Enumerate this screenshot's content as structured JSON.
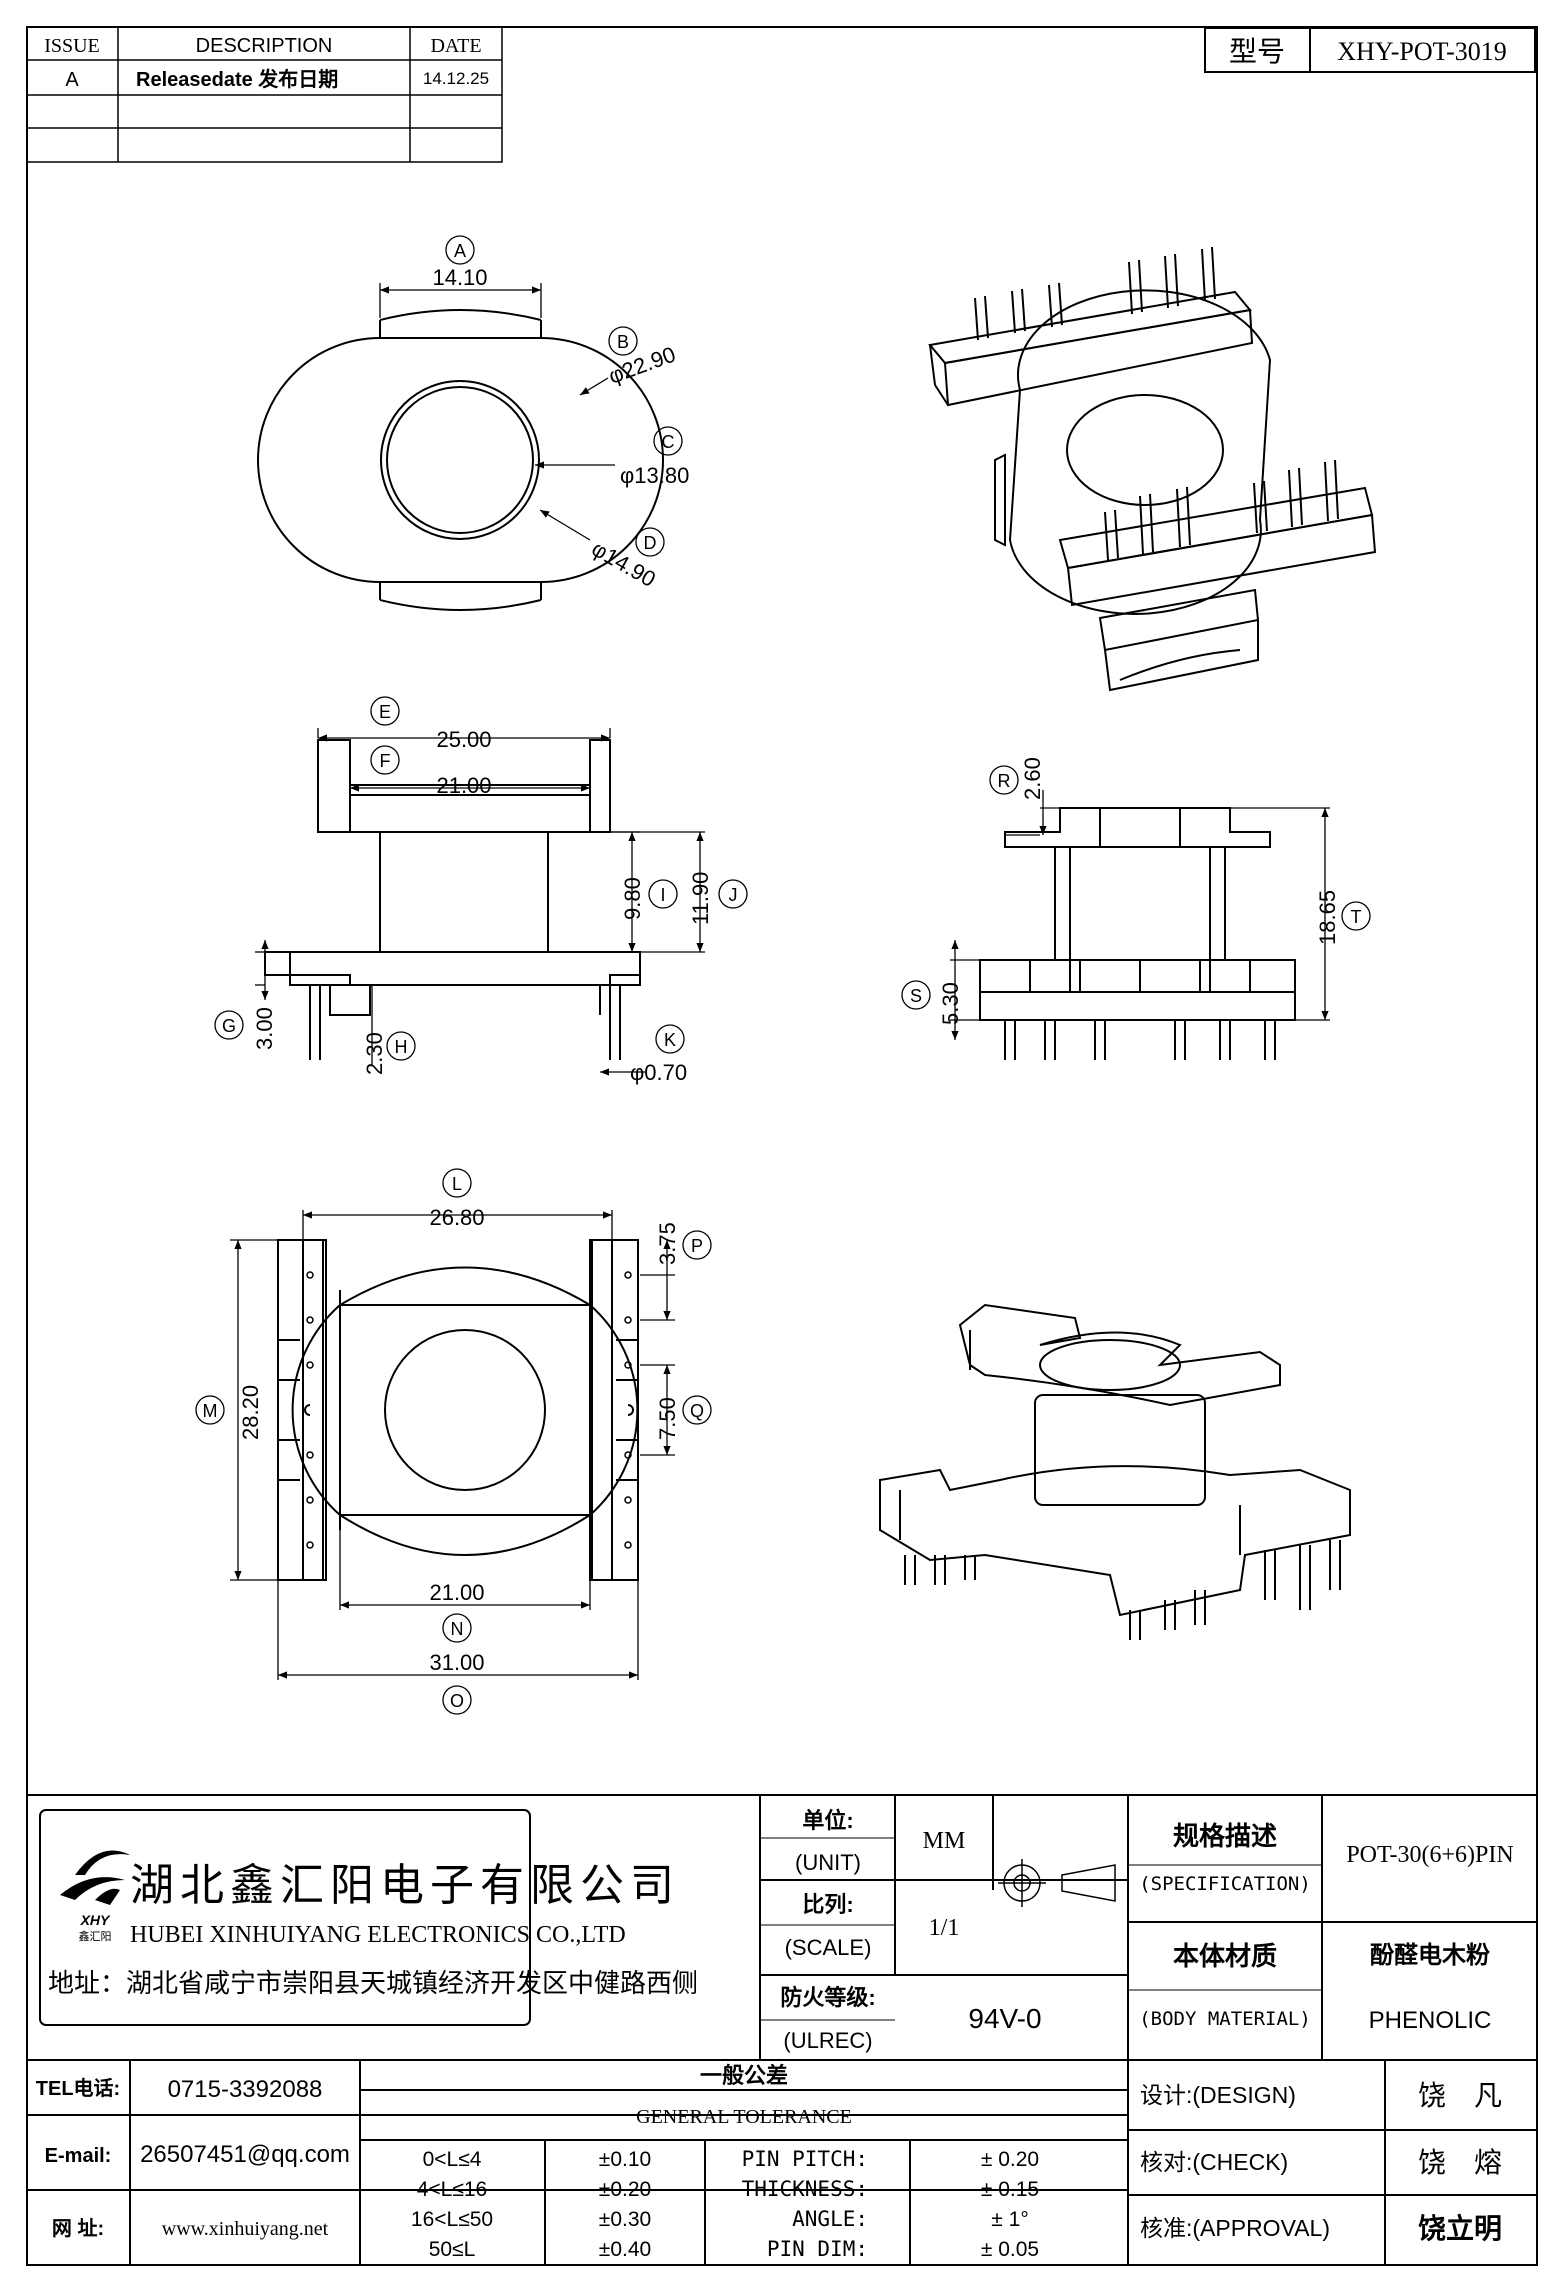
{
  "revision": {
    "headers": {
      "issue": "ISSUE",
      "description": "DESCRIPTION",
      "date": "DATE"
    },
    "rows": [
      {
        "issue": "A",
        "description": "Releasedate 发布日期",
        "date": "14.12.25"
      }
    ]
  },
  "model": {
    "label": "型号",
    "value": "XHY-POT-3019"
  },
  "dims": {
    "A": {
      "letter": "A",
      "value": "14.10"
    },
    "B": {
      "letter": "B",
      "value": "φ22.90"
    },
    "C": {
      "letter": "C",
      "value": "φ13.80"
    },
    "D": {
      "letter": "D",
      "value": "φ14.90"
    },
    "E": {
      "letter": "E",
      "value": "25.00"
    },
    "F": {
      "letter": "F",
      "value": "21.00"
    },
    "G": {
      "letter": "G",
      "value": "3.00"
    },
    "H": {
      "letter": "H",
      "value": "2.30"
    },
    "I": {
      "letter": "I",
      "value": "9.80"
    },
    "J": {
      "letter": "J",
      "value": "11.90"
    },
    "K": {
      "letter": "K",
      "value": "φ0.70"
    },
    "L": {
      "letter": "L",
      "value": "26.80"
    },
    "M": {
      "letter": "M",
      "value": "28.20"
    },
    "N": {
      "letter": "N",
      "value": "21.00"
    },
    "O": {
      "letter": "O",
      "value": "31.00"
    },
    "P": {
      "letter": "P",
      "value": "3.75"
    },
    "Q": {
      "letter": "Q",
      "value": "7.50"
    },
    "R": {
      "letter": "R",
      "value": "2.60"
    },
    "S": {
      "letter": "S",
      "value": "5.30"
    },
    "T": {
      "letter": "T",
      "value": "18.65"
    }
  },
  "company": {
    "logo_text": "XHY",
    "logo_sub": "鑫汇阳",
    "name_cn": "湖北鑫汇阳电子有限公司",
    "name_en": "HUBEI XINHUIYANG ELECTRONICS CO.,LTD",
    "address": "地址：湖北省咸宁市崇阳县天城镇经济开发区中健路西侧"
  },
  "titleblock": {
    "unit_cn": "单位:",
    "unit_en": "(UNIT)",
    "unit_value": "MM",
    "scale_cn": "比列:",
    "scale_en": "(SCALE)",
    "scale_value": "1/1",
    "ulrec_cn": "防火等级:",
    "ulrec_en": "(ULREC)",
    "ulrec_value": "94V-0",
    "spec_cn": "规格描述",
    "spec_en": "(SPECIFICATION)",
    "spec_value": "POT-30(6+6)PIN",
    "material_cn": "本体材质",
    "material_en": "(BODY MATERIAL)",
    "material_value_cn": "酚醛电木粉",
    "material_value_en": "PHENOLIC"
  },
  "contact": {
    "tel_label": "TEL电话:",
    "tel": "0715-3392088",
    "email_label": "E-mail:",
    "email": "26507451@qq.com",
    "web_label": "网  址:",
    "web": "www.xinhuiyang.net"
  },
  "tolerance": {
    "title_cn": "一般公差",
    "title_en": "GENERAL TOLERANCE",
    "rows": [
      {
        "range": "0<L≤4",
        "tol": "±0.10",
        "item": "PIN PITCH:",
        "val": "± 0.20"
      },
      {
        "range": "4<L≤16",
        "tol": "±0.20",
        "item": "THICKNESS:",
        "val": "± 0.15"
      },
      {
        "range": "16<L≤50",
        "tol": "±0.30",
        "item": "ANGLE:",
        "val": "± 1°"
      },
      {
        "range": "50≤L",
        "tol": "±0.40",
        "item": "PIN DIM:",
        "val": "± 0.05"
      }
    ]
  },
  "signoff": {
    "design_label": "设计:(DESIGN)",
    "design_name": "饶　凡",
    "check_label": "核对:(CHECK)",
    "check_name": "饶　熔",
    "approval_label": "核准:(APPROVAL)",
    "approval_name": "饶立明"
  }
}
